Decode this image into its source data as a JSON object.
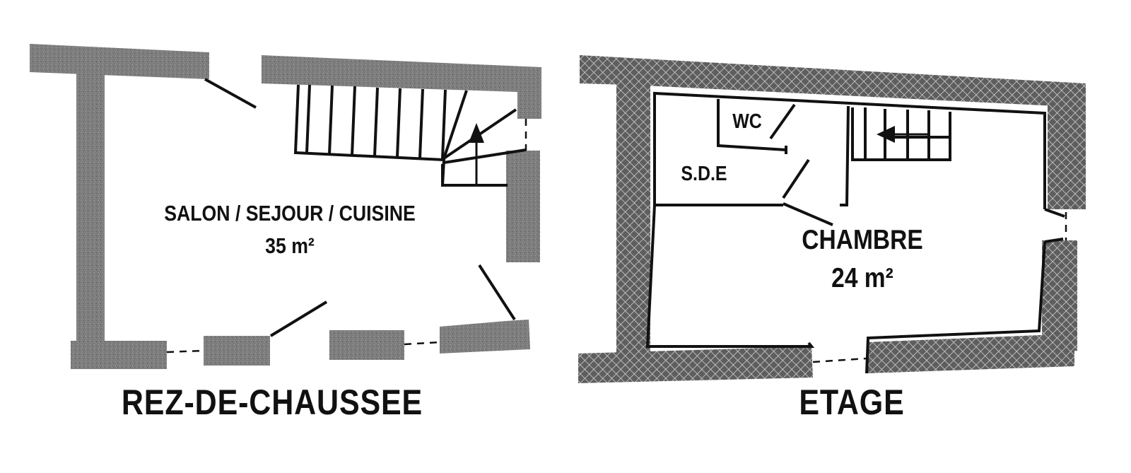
{
  "floors": [
    {
      "name": "REZ-DE-CHAUSSEE",
      "rooms": [
        {
          "name": "SALON / SEJOUR / CUISINE",
          "area": "35 m²"
        }
      ]
    },
    {
      "name": "ETAGE",
      "rooms": [
        {
          "name": "CHAMBRE",
          "area": "24 m²"
        },
        {
          "name": "S.D.E"
        },
        {
          "name": "WC"
        }
      ]
    }
  ],
  "colors": {
    "wall_ground": "#7d7d7d",
    "wall_upper": "#5e5e5e",
    "line": "#111111",
    "background": "#ffffff"
  },
  "icons": [
    "stair-arrow-up-icon",
    "stair-arrow-left-icon"
  ]
}
